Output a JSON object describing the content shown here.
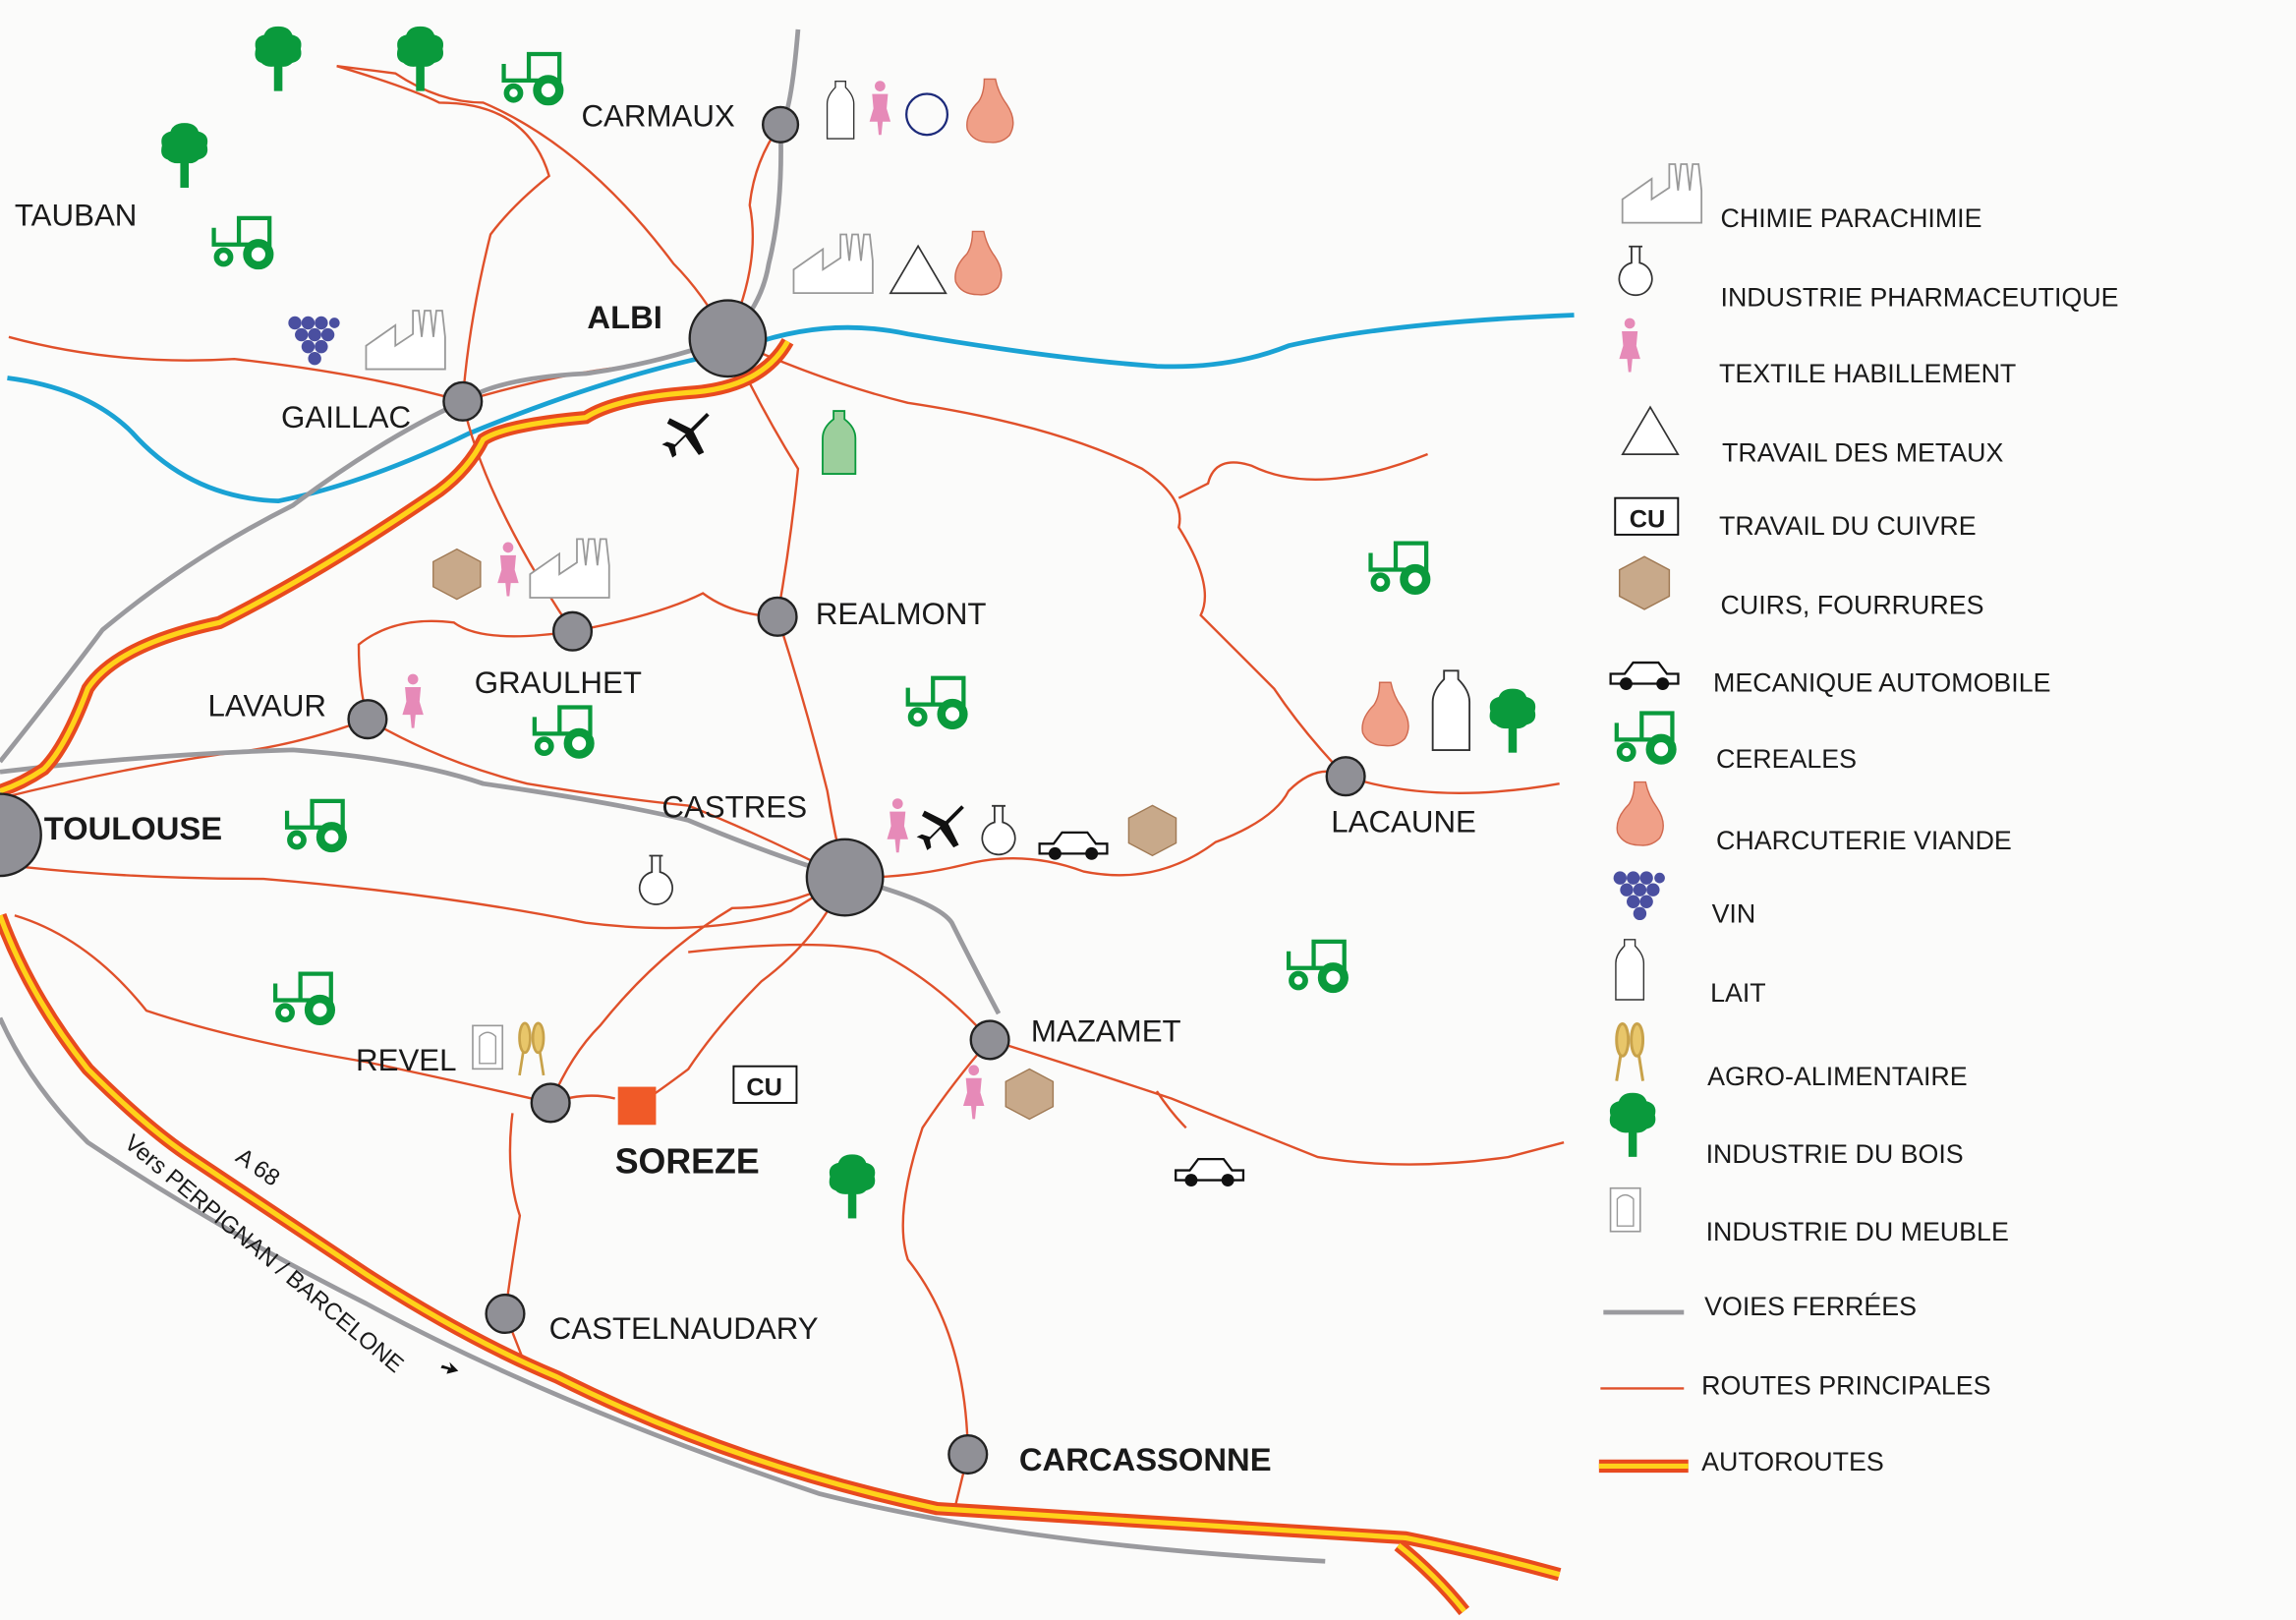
{
  "map": {
    "cities": {
      "carmaux": "CARMAUX",
      "tauban": "TAUBAN",
      "albi": "ALBI",
      "gaillac": "GAILLAC",
      "realmont": "REALMONT",
      "graulhet": "GRAULHET",
      "lavaur": "LAVAUR",
      "toulouse": "TOULOUSE",
      "castres": "CASTRES",
      "lacaune": "LACAUNE",
      "mazamet": "MAZAMET",
      "revel": "REVEL",
      "soreze": "SOREZE",
      "castelnaudary": "CASTELNAUDARY",
      "carcassonne": "CARCASSONNE"
    },
    "motorway_name": "A 68",
    "motorway_direction": "Vers PERPIGNAN / BARCELONE",
    "cu_label": "CU",
    "colors": {
      "road": "#e0502a",
      "rail": "#9a9a9e",
      "river": "#1aa2d4",
      "motorway": "#ffd21a",
      "soreze": "#f05a28",
      "green": "#0a9a3c"
    }
  },
  "legend": {
    "items": [
      {
        "icon": "factory-icon",
        "label": "CHIMIE PARACHIMIE"
      },
      {
        "icon": "flask-icon",
        "label": "INDUSTRIE PHARMACEUTIQUE"
      },
      {
        "icon": "woman-icon",
        "label": "TEXTILE HABILLEMENT"
      },
      {
        "icon": "triangle-icon",
        "label": "TRAVAIL DES METAUX"
      },
      {
        "icon": "cu-box-icon",
        "label": "TRAVAIL DU CUIVRE",
        "badge": "CU"
      },
      {
        "icon": "hexagon-icon",
        "label": "CUIRS, FOURRURES"
      },
      {
        "icon": "car-icon",
        "label": "MECANIQUE AUTOMOBILE"
      },
      {
        "icon": "tractor-icon",
        "label": "CEREALES"
      },
      {
        "icon": "sausage-icon",
        "label": "CHARCUTERIE VIANDE"
      },
      {
        "icon": "grapes-icon",
        "label": "VIN"
      },
      {
        "icon": "milk-bottle-icon",
        "label": "LAIT"
      },
      {
        "icon": "wheat-icon",
        "label": "AGRO-ALIMENTAIRE"
      },
      {
        "icon": "tree-icon",
        "label": "INDUSTRIE DU BOIS"
      },
      {
        "icon": "furniture-icon",
        "label": "INDUSTRIE DU MEUBLE"
      },
      {
        "icon": "railway-line-icon",
        "label": "VOIES FERRÉES"
      },
      {
        "icon": "road-line-icon",
        "label": "ROUTES PRINCIPALES"
      },
      {
        "icon": "motorway-line-icon",
        "label": "AUTOROUTES"
      }
    ]
  }
}
